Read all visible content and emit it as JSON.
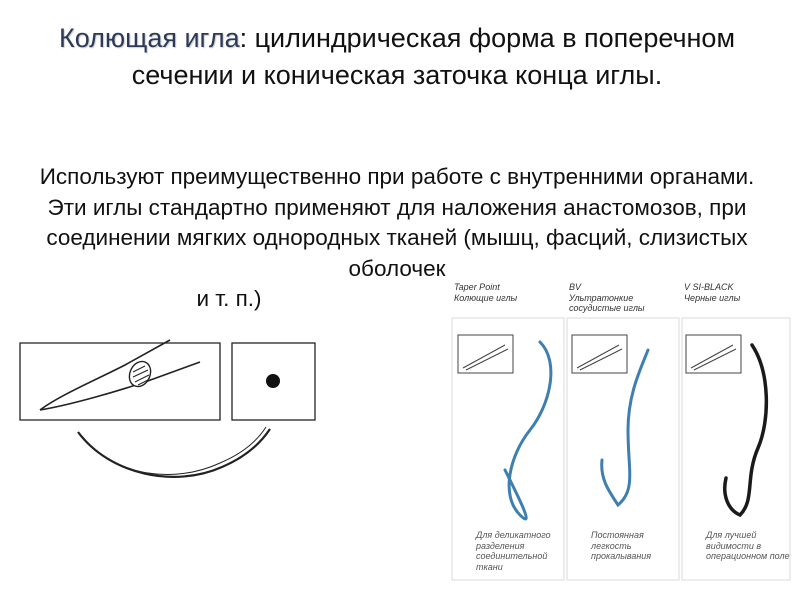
{
  "title": {
    "term": "Колющая игла",
    "rest": ": цилиндрическая форма в поперечном сечении и коническая заточка конца иглы."
  },
  "body": {
    "text": "Используют преимущественно при работе с внутренними органами. Эти иглы стандартно применяют для наложения анастомозов, при соединении мягких однородных тканей (мышц, фасций, слизистых оболочек",
    "end": "и т. п.)"
  },
  "panels": [
    {
      "code": "Taper Point",
      "name": "Колющие иглы",
      "caption": "Для деликатного разделения соединительной ткани"
    },
    {
      "code": "BV",
      "name": "Ультратонкие сосудистые иглы",
      "caption": "Постоянная легкость прокалывания"
    },
    {
      "code": "V SI-BLACK",
      "name": "Черные иглы",
      "caption": "Для лучшей видимости в операционном поле"
    }
  ],
  "colors": {
    "term": "#2e3a55",
    "needle_blue": "#3f7fb0",
    "needle_black": "#1a1a1a"
  }
}
